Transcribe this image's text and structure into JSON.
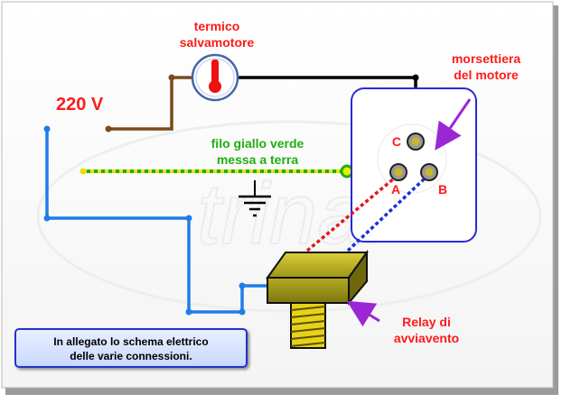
{
  "title": {
    "line1": "termico",
    "line2": "salvamotore"
  },
  "voltage": "220 V",
  "ground_wire": {
    "line1": "filo giallo verde",
    "line2": "messa a terra"
  },
  "terminal_block": {
    "line1": "morsettiera",
    "line2": "del motore",
    "terminals": [
      "C",
      "A",
      "B"
    ]
  },
  "relay": {
    "line1": "Relay di",
    "line2": "avviavento"
  },
  "note": {
    "line1": "In allegato lo schema elettrico",
    "line2": "delle varie connessioni."
  },
  "watermark": "trinai",
  "colors": {
    "red_label": "#ff1a1a",
    "green_label": "#1fae10",
    "blue_wire": "#1e7de8",
    "brown_wire": "#7a4a1c",
    "black_wire": "#000000",
    "relay_body": "#a09818",
    "coil": "#e6d318",
    "arrow": "#9b26d6",
    "motor_border": "#2a2ad8"
  }
}
